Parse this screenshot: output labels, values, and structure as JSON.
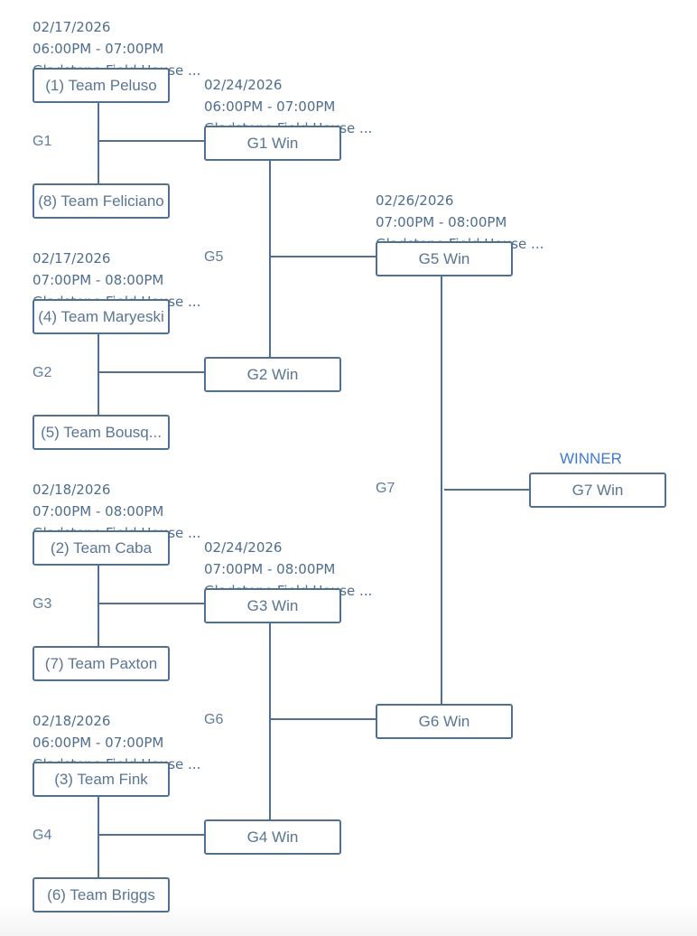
{
  "colors": {
    "line": "#50708f",
    "box_text": "#5a7594",
    "info_text": "#4f6d8d",
    "winner_label": "#3d7ad0"
  },
  "winner_label": "WINNER",
  "round1": [
    {
      "game": "G1",
      "date": "02/17/2026",
      "time": "06:00PM - 07:00PM",
      "location": "Gladstone Field House ...",
      "top": "(1) Team Peluso",
      "bottom": "(8) Team Feliciano"
    },
    {
      "game": "G2",
      "date": "02/17/2026",
      "time": "07:00PM - 08:00PM",
      "location": "Gladstone Field House ...",
      "top": "(4) Team Maryeski",
      "bottom": "(5) Team Bousq..."
    },
    {
      "game": "G3",
      "date": "02/18/2026",
      "time": "07:00PM - 08:00PM",
      "location": "Gladstone Field House ...",
      "top": "(2) Team Caba",
      "bottom": "(7) Team Paxton"
    },
    {
      "game": "G4",
      "date": "02/18/2026",
      "time": "06:00PM - 07:00PM",
      "location": "Gladstone Field House ...",
      "top": "(3) Team Fink",
      "bottom": "(6) Team Briggs"
    }
  ],
  "round2": [
    {
      "game": "G5",
      "date": "02/24/2026",
      "time": "06:00PM - 07:00PM",
      "location": "Gladstone Field House ...",
      "top": "G1 Win",
      "bottom": "G2 Win"
    },
    {
      "game": "G6",
      "date": "02/24/2026",
      "time": "07:00PM - 08:00PM",
      "location": "Gladstone Field House ...",
      "top": "G3 Win",
      "bottom": "G4 Win"
    }
  ],
  "round3": [
    {
      "game": "G7",
      "date": "02/26/2026",
      "time": "07:00PM - 08:00PM",
      "location": "Gladstone Field House ...",
      "top": "G5 Win",
      "bottom": "G6 Win"
    }
  ],
  "final": {
    "label": "G7 Win"
  }
}
